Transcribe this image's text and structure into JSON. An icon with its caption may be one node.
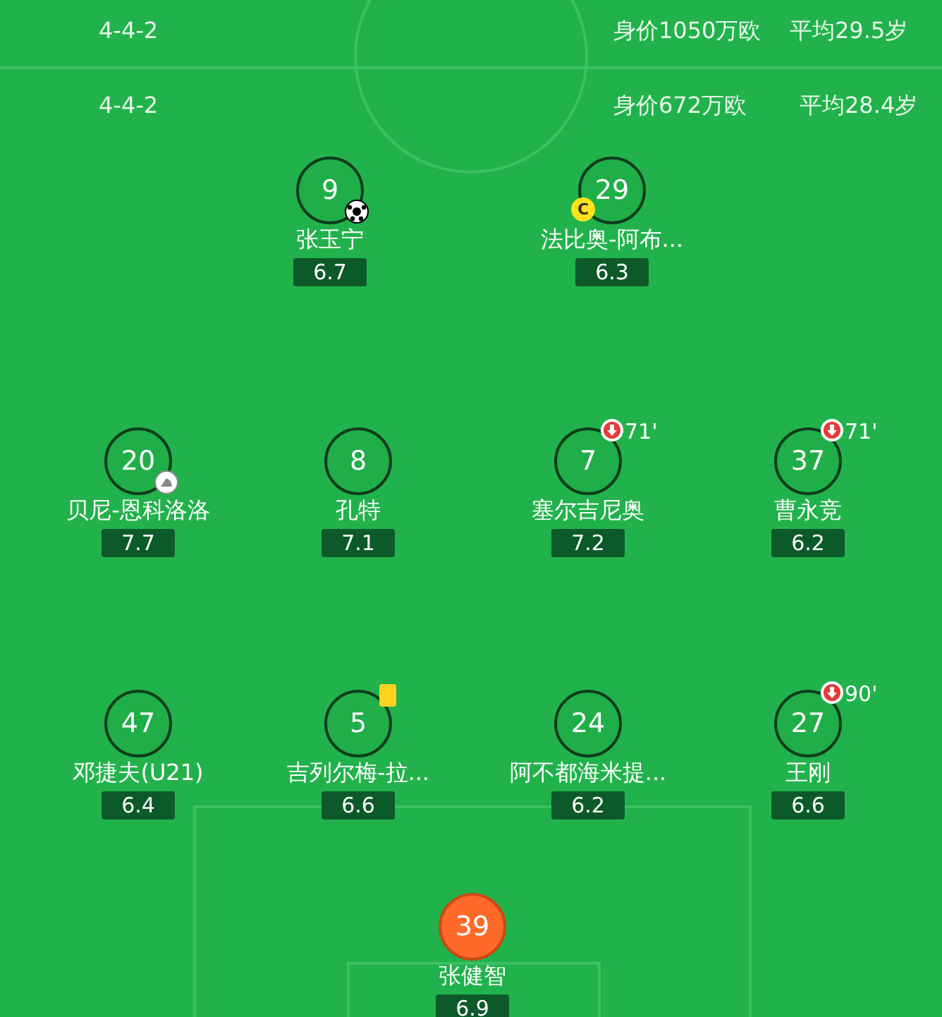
{
  "diagram": {
    "nodes": [
      {
        "text": [
          "9",
          "张玉宁",
          "6.7"
        ]
      },
      {
        "text": [
          "29",
          "法比奥-阿布...",
          "6.3",
          "C"
        ]
      },
      {
        "text": [
          "20",
          "贝尼-恩科洛洛",
          "7.7"
        ]
      },
      {
        "text": [
          "8",
          "孔特",
          "7.1"
        ]
      },
      {
        "text": [
          "7",
          "塞尔吉尼奥",
          "7.2",
          "71'"
        ]
      },
      {
        "text": [
          "37",
          "曹永竞",
          "6.2",
          "71'"
        ]
      },
      {
        "text": [
          "47",
          "邓捷夫(U21)",
          "6.4"
        ]
      },
      {
        "text": [
          "5",
          "吉列尔梅-拉...",
          "6.6"
        ]
      },
      {
        "text": [
          "24",
          "阿不都海米提...",
          "6.2"
        ]
      },
      {
        "text": [
          "27",
          "王刚",
          "6.6",
          "90'"
        ]
      },
      {
        "text": [
          "39",
          "张健智",
          "6.9"
        ]
      }
    ],
    "labels": [
      "4-4-2",
      "身价1050万欧",
      "平均29.5岁",
      "4-4-2",
      "身价672万欧",
      "平均28.4岁"
    ]
  }
}
